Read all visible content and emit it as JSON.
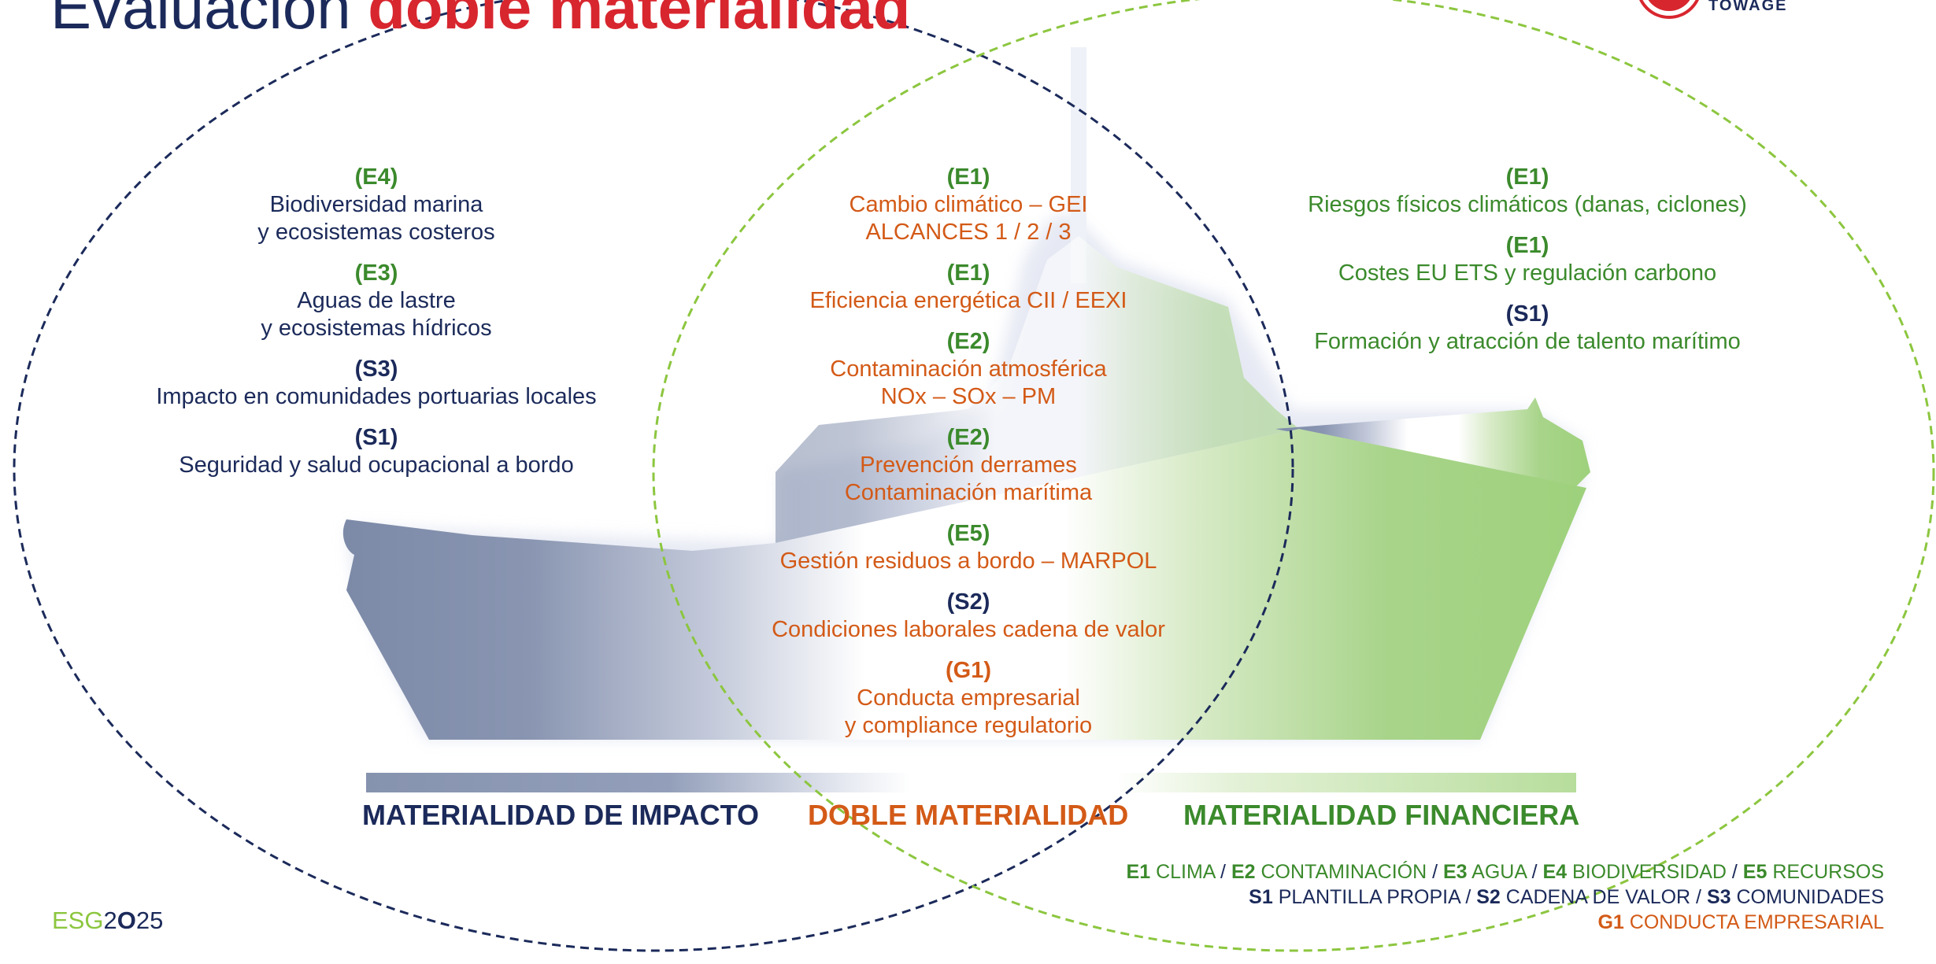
{
  "header": {
    "title_plain": "Evaluación",
    "title_highlight": "doble materialidad",
    "logo_text": "TOWAGE"
  },
  "columns": {
    "impact": [
      {
        "code": "(E4)",
        "text": "Biodiversidad marina\ny ecosistemas costeros",
        "code_color": "green",
        "text_color": "navy"
      },
      {
        "code": "(E3)",
        "text": "Aguas de lastre\ny ecosistemas hídricos",
        "code_color": "green",
        "text_color": "navy"
      },
      {
        "code": "(S3)",
        "text": "Impacto en comunidades portuarias locales",
        "code_color": "navy",
        "text_color": "navy"
      },
      {
        "code": "(S1)",
        "text": "Seguridad y salud ocupacional a bordo",
        "code_color": "navy",
        "text_color": "navy"
      }
    ],
    "double": [
      {
        "code": "(E1)",
        "text": "Cambio climático – GEI\nALCANCES 1 / 2 / 3",
        "code_color": "green",
        "text_color": "orange"
      },
      {
        "code": "(E1)",
        "text": "Eficiencia energética CII / EEXI",
        "code_color": "green",
        "text_color": "orange"
      },
      {
        "code": "(E2)",
        "text": "Contaminación atmosférica\nNOx – SOx – PM",
        "code_color": "green",
        "text_color": "orange"
      },
      {
        "code": "(E2)",
        "text": "Prevención derrames\nContaminación marítima",
        "code_color": "green",
        "text_color": "orange"
      },
      {
        "code": "(E5)",
        "text": "Gestión residuos a bordo – MARPOL",
        "code_color": "green",
        "text_color": "orange"
      },
      {
        "code": "(S2)",
        "text": "Condiciones laborales cadena de valor",
        "code_color": "navy",
        "text_color": "orange"
      },
      {
        "code": "(G1)",
        "text": "Conducta empresarial\ny compliance regulatorio",
        "code_color": "orange",
        "text_color": "orange"
      }
    ],
    "financial": [
      {
        "code": "(E1)",
        "text": "Riesgos físicos climáticos (danas, ciclones)",
        "code_color": "green",
        "text_color": "green"
      },
      {
        "code": "(E1)",
        "text": "Costes EU ETS y regulación carbono",
        "code_color": "green",
        "text_color": "green"
      },
      {
        "code": "(S1)",
        "text": "Formación y atracción de talento marítimo",
        "code_color": "navy",
        "text_color": "green"
      }
    ]
  },
  "labels": {
    "impact": "MATERIALIDAD DE IMPACTO",
    "double": "DOBLE MATERIALIDAD",
    "financial": "MATERIALIDAD FINANCIERA"
  },
  "legend": [
    [
      {
        "code": "E1",
        "text": "CLIMA"
      },
      {
        "code": "E2",
        "text": "CONTAMINACIÓN"
      },
      {
        "code": "E3",
        "text": "AGUA"
      },
      {
        "code": "E4",
        "text": "BIODIVERSIDAD"
      },
      {
        "code": "E5",
        "text": "RECURSOS"
      }
    ],
    [
      {
        "code": "S1",
        "text": "PLANTILLA PROPIA"
      },
      {
        "code": "S2",
        "text": "CADENA DE VALOR"
      },
      {
        "code": "S3",
        "text": "COMUNIDADES"
      }
    ],
    [
      {
        "code": "G1",
        "text": "CONDUCTA EMPRESARIAL"
      }
    ]
  ],
  "legend_colors": [
    "green",
    "navy",
    "orange"
  ],
  "footer": {
    "esg_a": "ESG",
    "esg_b": "2",
    "esg_c": "O",
    "esg_d": "25"
  },
  "colors": {
    "navy": "#1b2a5a",
    "green": "#3b8a2c",
    "orange": "#d35a17",
    "red": "#d8262f",
    "impact_circle": "#1b2a5a",
    "financial_circle": "#8cc63f"
  }
}
